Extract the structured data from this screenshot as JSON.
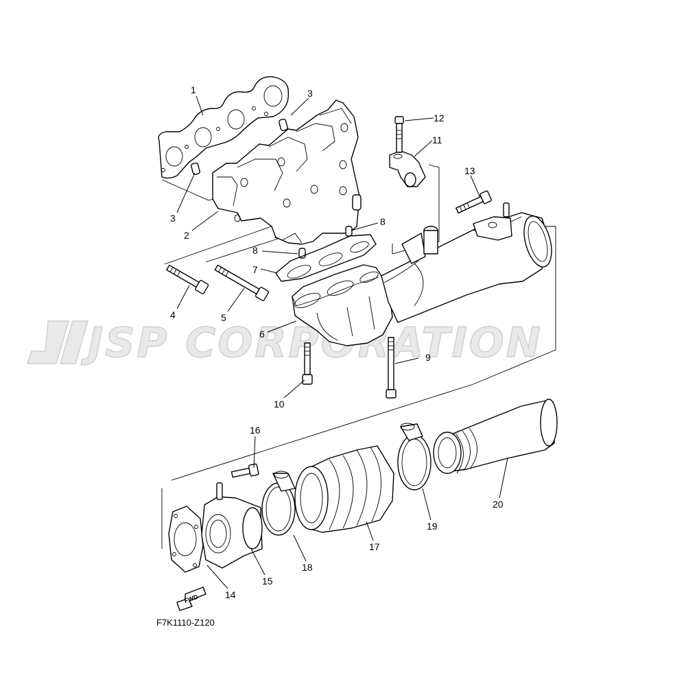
{
  "watermark": {
    "text": "JSP CORPORATION"
  },
  "diagram_code": "F7K1110-Z120",
  "fwd_label": "FWD",
  "callouts": {
    "c1": "1",
    "c2": "2",
    "c3a": "3",
    "c3b": "3",
    "c4": "4",
    "c5": "5",
    "c6": "6",
    "c7": "7",
    "c8a": "8",
    "c8b": "8",
    "c9": "9",
    "c10": "10",
    "c11": "11",
    "c12": "12",
    "c13": "13",
    "c14": "14",
    "c15": "15",
    "c16": "16",
    "c17": "17",
    "c18": "18",
    "c19": "19",
    "c20": "20"
  },
  "parts": [
    {
      "id": "1",
      "name": "gasket"
    },
    {
      "id": "2",
      "name": "exhaust manifold"
    },
    {
      "id": "3",
      "name": "dowel pin"
    },
    {
      "id": "4",
      "name": "bolt"
    },
    {
      "id": "5",
      "name": "bolt"
    },
    {
      "id": "6",
      "name": "exhaust manifold"
    },
    {
      "id": "7",
      "name": "gasket"
    },
    {
      "id": "8",
      "name": "dowel pin"
    },
    {
      "id": "9",
      "name": "bolt"
    },
    {
      "id": "10",
      "name": "bolt"
    },
    {
      "id": "11",
      "name": "bracket"
    },
    {
      "id": "12",
      "name": "bolt"
    },
    {
      "id": "13",
      "name": "bolt"
    },
    {
      "id": "14",
      "name": "gasket"
    },
    {
      "id": "15",
      "name": "joint"
    },
    {
      "id": "16",
      "name": "bolt"
    },
    {
      "id": "17",
      "name": "hose"
    },
    {
      "id": "18",
      "name": "hose clamp"
    },
    {
      "id": "19",
      "name": "hose clamp"
    },
    {
      "id": "20",
      "name": "pipe"
    }
  ]
}
